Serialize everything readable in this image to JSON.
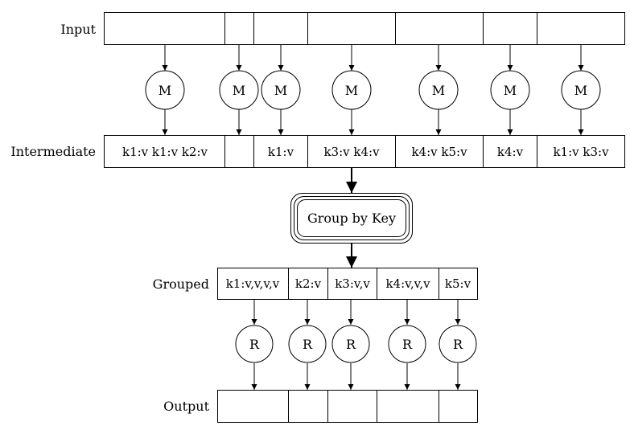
{
  "row_labels": {
    "input": "Input",
    "intermediate": "Intermediate",
    "grouped": "Grouped",
    "output": "Output"
  },
  "map_label": "M",
  "reduce_label": "R",
  "group_label": "Group by Key",
  "intermediate_cells": [
    "k1:v k1:v k2:v",
    "",
    "k1:v",
    "k3:v k4:v",
    "k4:v k5:v",
    "k4:v",
    "k1:v k3:v"
  ],
  "grouped_cells": [
    "k1:v,v,v,v",
    "k2:v",
    "k3:v,v",
    "k4:v,v,v",
    "k5:v"
  ]
}
